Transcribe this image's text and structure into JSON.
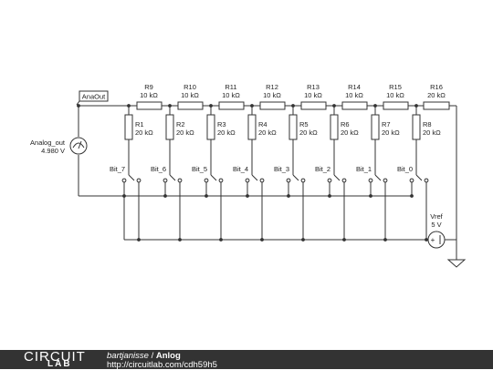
{
  "circuit": {
    "probe_label": "AnaOut",
    "meter": {
      "name": "Analog_out",
      "value": "4.980 V"
    },
    "source": {
      "name": "Vref",
      "value": "5 V"
    },
    "series_resistors": [
      {
        "name": "R9",
        "value": "10 kΩ"
      },
      {
        "name": "R10",
        "value": "10 kΩ"
      },
      {
        "name": "R11",
        "value": "10 kΩ"
      },
      {
        "name": "R12",
        "value": "10 kΩ"
      },
      {
        "name": "R13",
        "value": "10 kΩ"
      },
      {
        "name": "R14",
        "value": "10 kΩ"
      },
      {
        "name": "R15",
        "value": "10 kΩ"
      },
      {
        "name": "R16",
        "value": "20 kΩ"
      }
    ],
    "shunt_resistors": [
      {
        "name": "R1",
        "value": "20 kΩ"
      },
      {
        "name": "R2",
        "value": "20 kΩ"
      },
      {
        "name": "R3",
        "value": "20 kΩ"
      },
      {
        "name": "R4",
        "value": "20 kΩ"
      },
      {
        "name": "R5",
        "value": "20 kΩ"
      },
      {
        "name": "R6",
        "value": "20 kΩ"
      },
      {
        "name": "R7",
        "value": "20 kΩ"
      },
      {
        "name": "R8",
        "value": "20 kΩ"
      }
    ],
    "switches": [
      "Bit_7",
      "Bit_6",
      "Bit_5",
      "Bit_4",
      "Bit_3",
      "Bit_2",
      "Bit_1",
      "Bit_0"
    ]
  },
  "footer": {
    "logo_line1": "CIRCUIT",
    "logo_line2": "LAB",
    "author": "bartjanisse",
    "separator": " / ",
    "title": "Anlog",
    "url": "http://circuitlab.com/cdh59h5"
  }
}
